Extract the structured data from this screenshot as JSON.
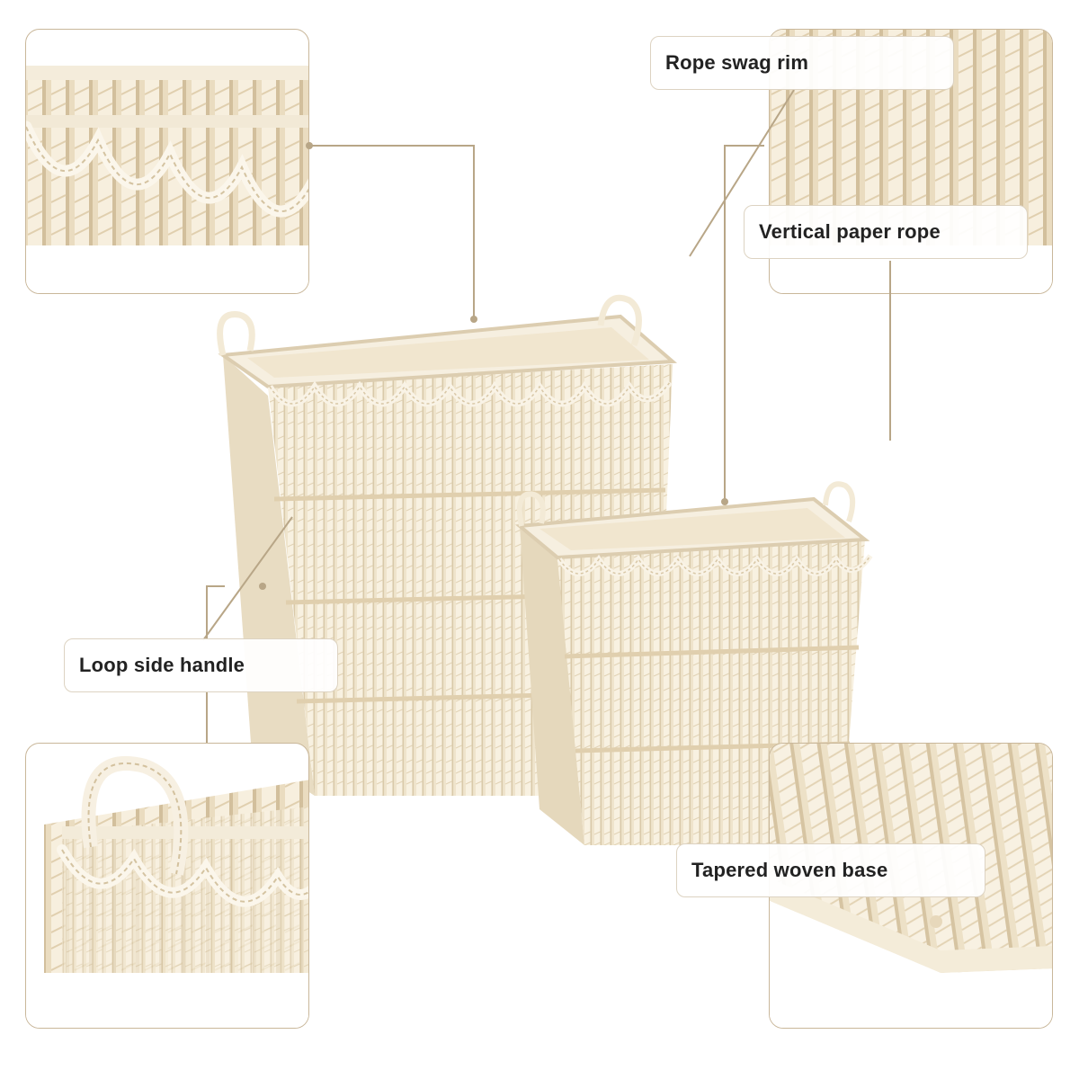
{
  "callouts": {
    "rope_swag_rim": "Rope swag rim",
    "vertical_paper_rope": "Vertical paper rope",
    "loop_side_handle": "Loop side handle",
    "tapered_woven_base": "Tapered woven base"
  },
  "colors": {
    "background": "#ffffff",
    "panel_border": "#c9b79a",
    "leader_line": "#b8a687",
    "rope_light": "#f3ead7",
    "rope_mid": "#e6d8bd",
    "rope_shadow": "#cdbb98",
    "label_text": "#222222"
  },
  "icons": [
    "rope-swag-rim-detail",
    "vertical-paper-rope-detail",
    "loop-handle-detail",
    "woven-base-detail"
  ]
}
